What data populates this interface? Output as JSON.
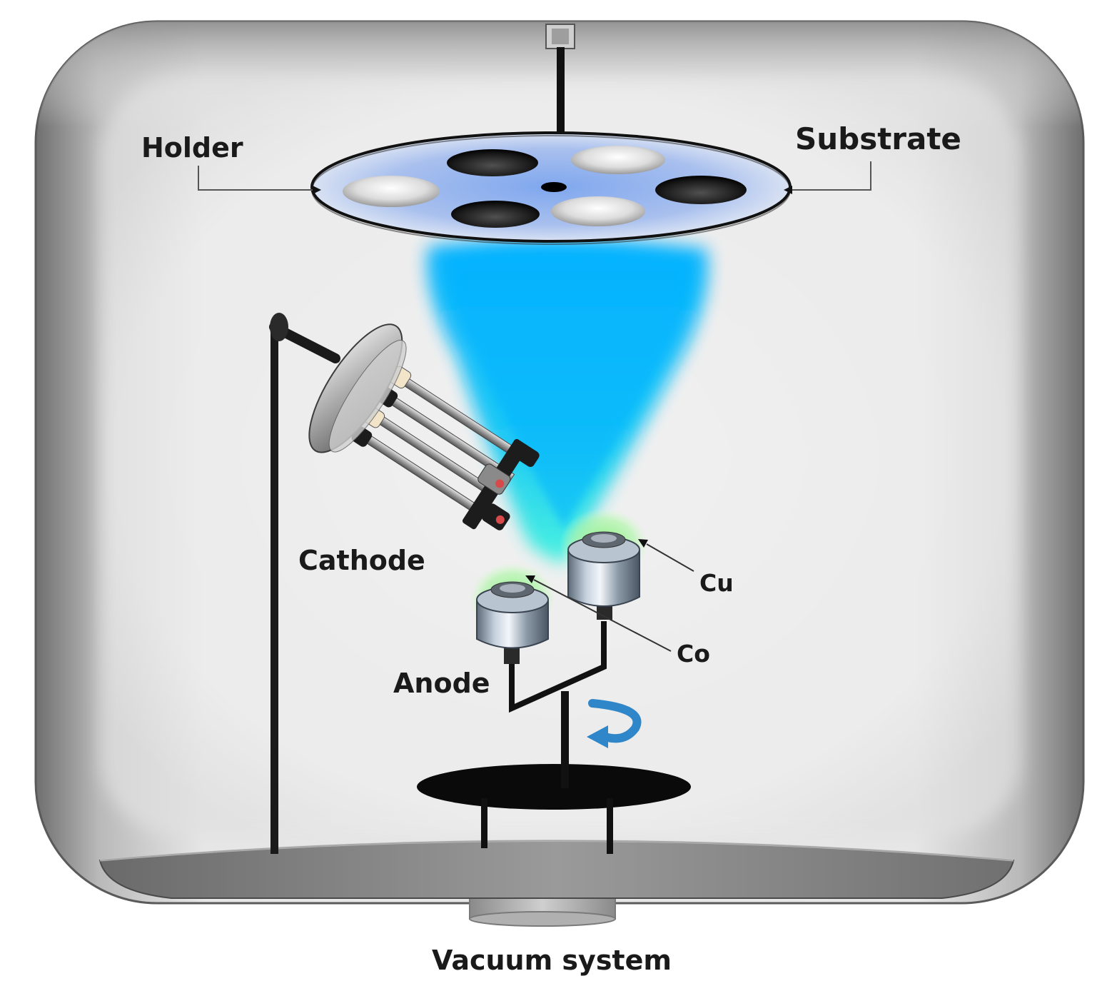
{
  "labels": {
    "holder": "Holder",
    "substrate": "Substrate",
    "cathode": "Cathode",
    "cu": "Cu",
    "co": "Co",
    "anode": "Anode",
    "vacuum": "Vacuum system"
  },
  "colors": {
    "plasma": "#00b4ff",
    "plasma_glow": "#34f0e0",
    "target_glow": "#7df07a",
    "rotation_arrow": "#2f86c8",
    "chamber_wall": "#bdbdbd",
    "label_text": "#1a1a1a"
  },
  "icons": {
    "rotation": "rotation-arrow-icon"
  }
}
